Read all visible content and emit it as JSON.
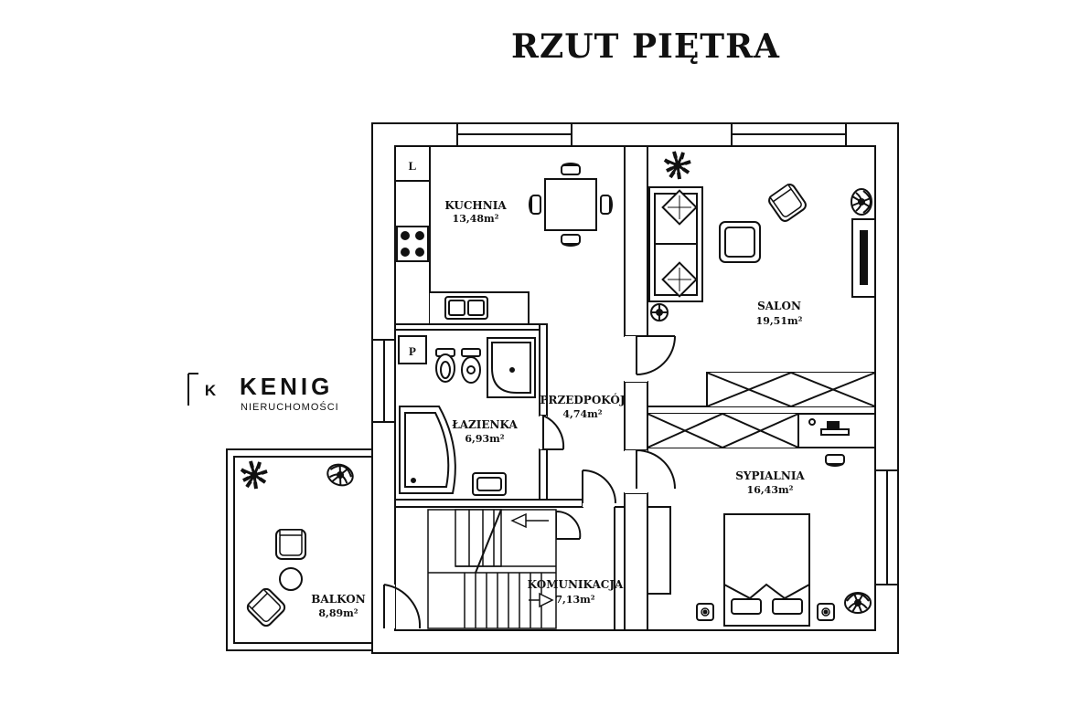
{
  "title": "RZUT PIĘTRA",
  "logo": {
    "letter": "K",
    "name": "KENIG",
    "subtitle": "NIERUCHOMOŚCI"
  },
  "rooms": {
    "kuchnia": {
      "name": "KUCHNIA",
      "area": "13,48m²"
    },
    "salon": {
      "name": "SALON",
      "area": "19,51m²"
    },
    "przedpokoj": {
      "name": "PRZEDPOKÓJ",
      "area": "4,74m²"
    },
    "lazienka": {
      "name": "ŁAZIENKA",
      "area": "6,93m²"
    },
    "sypialnia": {
      "name": "SYPIALNIA",
      "area": "16,43m²"
    },
    "balkon": {
      "name": "BALKON",
      "area": "8,89m²"
    },
    "komunikacja": {
      "name": "KOMUNIKACJA",
      "area": "7,13m²"
    }
  },
  "fixture_labels": {
    "fridge": "L",
    "boiler": "P"
  },
  "colors": {
    "wall": "#ffffff",
    "line": "#111111"
  },
  "icons": [
    "plant-icon",
    "stove-icon",
    "sink-icon",
    "toilet-icon",
    "bathtub-icon",
    "shower-icon",
    "sofa-icon",
    "armchair-icon",
    "bed-icon",
    "tv-icon",
    "desk-icon",
    "stairs-icon",
    "door-icon"
  ]
}
